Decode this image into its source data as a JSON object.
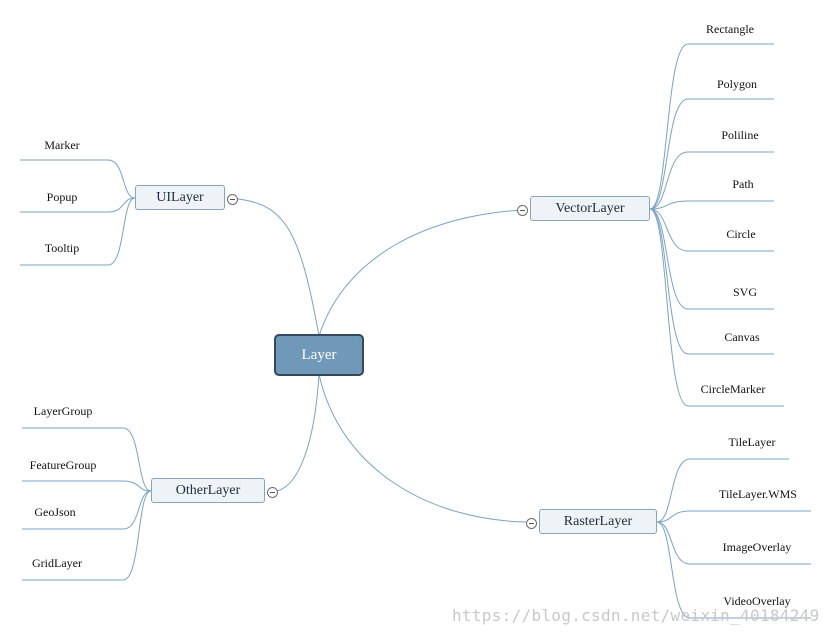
{
  "root": {
    "label": "Layer"
  },
  "branches": {
    "ui": {
      "label": "UILayer",
      "children": [
        "Marker",
        "Popup",
        "Tooltip"
      ]
    },
    "vector": {
      "label": "VectorLayer",
      "children": [
        "Rectangle",
        "Polygon",
        "Poliline",
        "Path",
        "Circle",
        "SVG",
        "Canvas",
        "CircleMarker"
      ]
    },
    "other": {
      "label": "OtherLayer",
      "children": [
        "LayerGroup",
        "FeatureGroup",
        "GeoJson",
        "GridLayer"
      ]
    },
    "raster": {
      "label": "RasterLayer",
      "children": [
        "TileLayer",
        "TileLayer.WMS",
        "ImageOverlay",
        "VideoOverlay"
      ]
    }
  },
  "watermark": "https://blog.csdn.net/weixin_40184249",
  "colors": {
    "line": "#7aa3c4",
    "root_fill": "#6f98b9",
    "root_border": "#34495a",
    "branch_fill": "#eef3f7"
  }
}
